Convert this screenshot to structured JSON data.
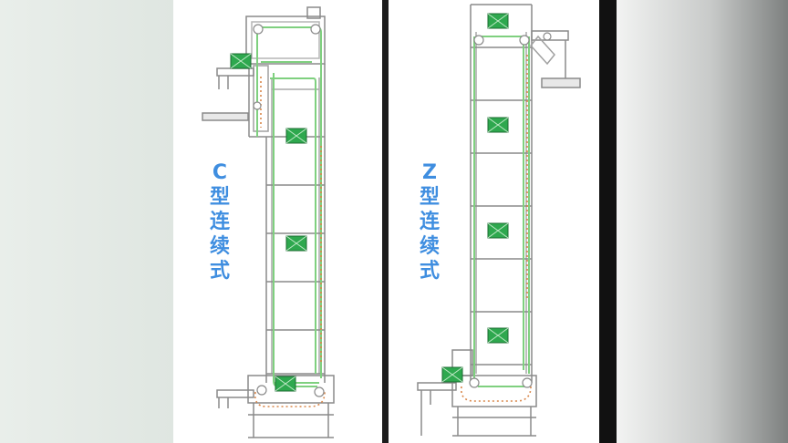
{
  "labels": {
    "c_type": [
      "C",
      "型",
      "连",
      "续",
      "式"
    ],
    "z_type": [
      "Z",
      "型",
      "连",
      "续",
      "式"
    ]
  },
  "colors": {
    "frame": "#8a8a8a",
    "belt": "#7fd07f",
    "chain": "#d9874a",
    "cargo": "#2ea84e",
    "label": "#3f8ee0"
  },
  "icons": [
    "cargo-box-icon",
    "conveyor-roller-icon",
    "floor-hatch-icon"
  ]
}
